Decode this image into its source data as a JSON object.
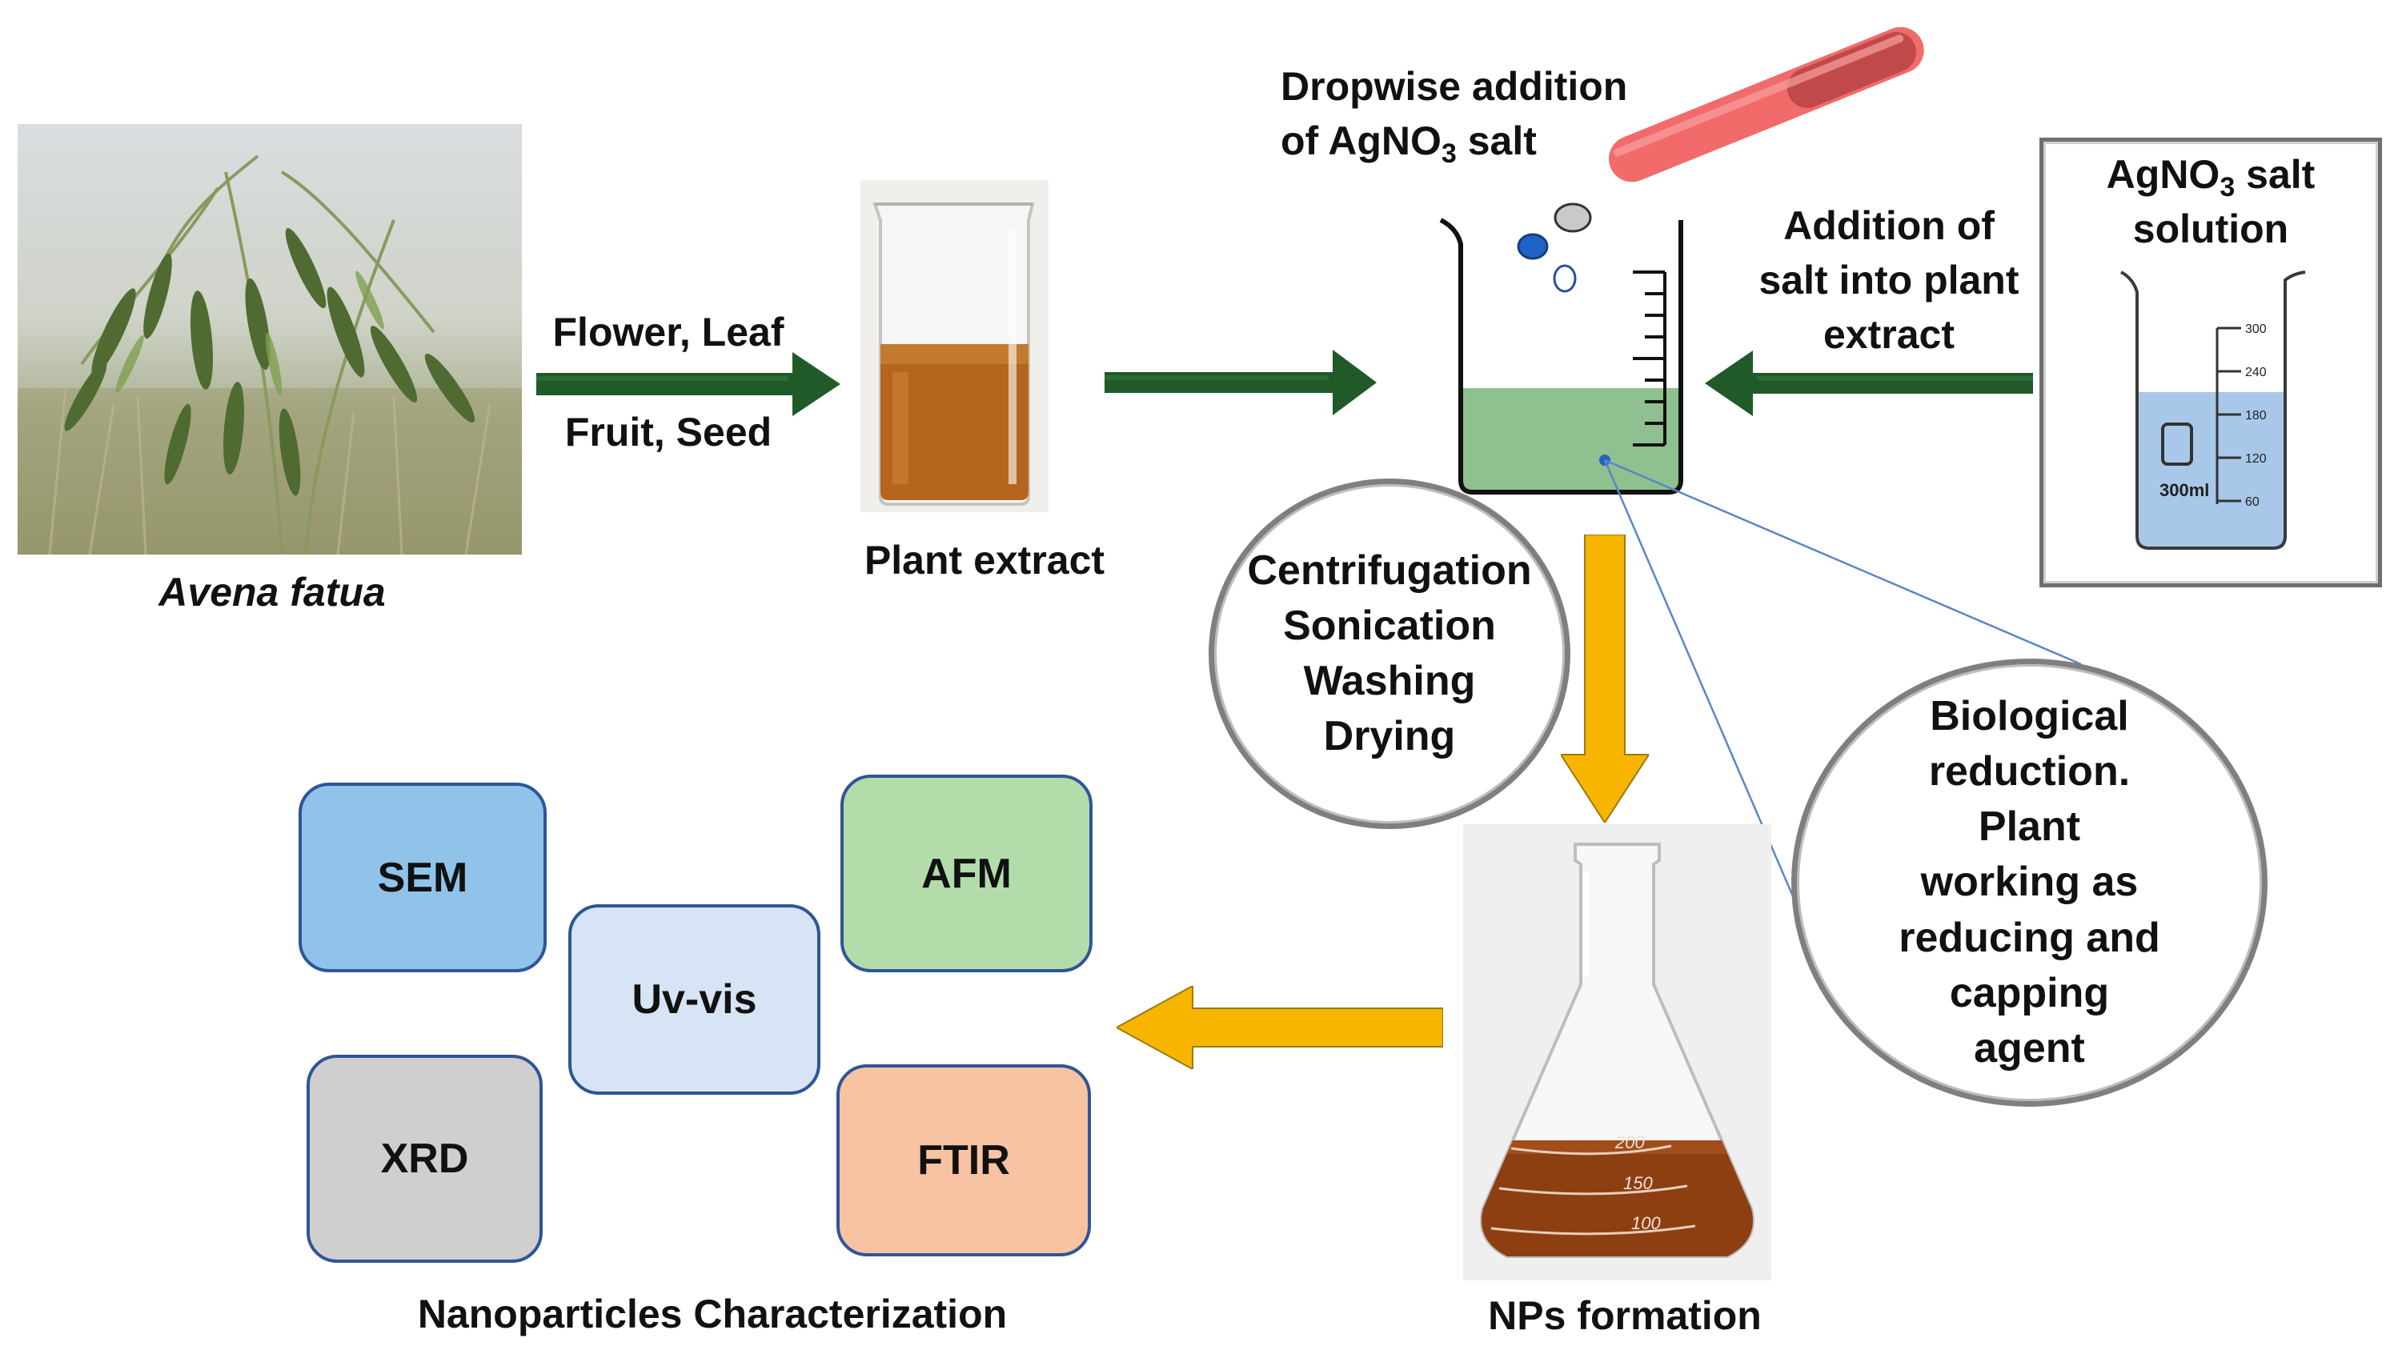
{
  "source_plant": {
    "name": "Avena fatua"
  },
  "plant_parts": {
    "line1": "Flower, Leaf",
    "line2": "Fruit, Seed"
  },
  "plant_extract": {
    "label": "Plant extract"
  },
  "dropwise": {
    "line1": "Dropwise addition",
    "line2_prefix": "of AgNO",
    "line2_sub": "3",
    "line2_suffix": " salt"
  },
  "addition": {
    "line1": "Addition of",
    "line2": "salt into plant",
    "line3": "extract"
  },
  "salt_solution": {
    "line1_prefix": "AgNO",
    "line1_sub": "3",
    "line1_suffix": " salt",
    "line2": "solution",
    "beaker_marks": [
      "300",
      "240",
      "180",
      "120",
      "60"
    ],
    "beaker_volume": "300ml"
  },
  "process_steps": [
    "Centrifugation",
    "Sonication",
    "Washing",
    "Drying"
  ],
  "bio_reduction": [
    "Biological",
    "reduction.",
    "Plant",
    "working as",
    "reducing and",
    "capping",
    "agent"
  ],
  "nps_formation": {
    "label": "NPs formation",
    "flask_marks": [
      "200",
      "150",
      "100"
    ]
  },
  "characterization": {
    "title": "Nanoparticles Characterization",
    "techniques": [
      {
        "name": "SEM",
        "color": "#8fc3ea"
      },
      {
        "name": "Uv-vis",
        "color": "#d6e4f5"
      },
      {
        "name": "AFM",
        "color": "#b3dcaa"
      },
      {
        "name": "XRD",
        "color": "#d0cece"
      },
      {
        "name": "FTIR",
        "color": "#f8c3a3"
      }
    ]
  },
  "colors": {
    "green_arrow": "#1f5a28",
    "yellow_arrow": "#f7b500",
    "liquid_green": "#8fc08f",
    "extract_amber": "#b5651d"
  }
}
